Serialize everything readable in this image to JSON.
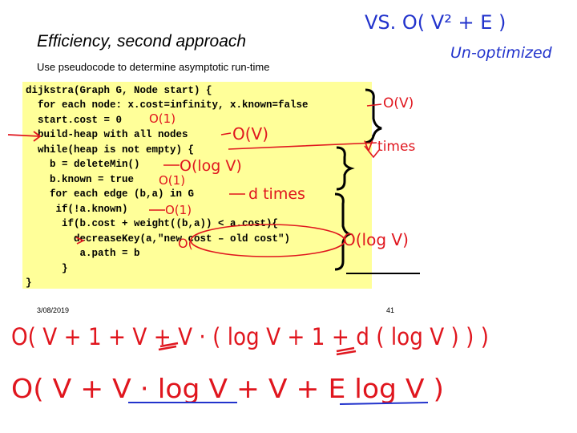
{
  "slide": {
    "title": "Efficiency, second approach",
    "subtitle": "Use pseudocode to determine asymptotic run-time",
    "date": "3/08/2019",
    "page_number": "41"
  },
  "code_lines": [
    "dijkstra(Graph G, Node start) {",
    "  for each node: x.cost=infinity, x.known=false",
    "  start.cost = 0",
    "  build-heap with all nodes",
    "  while(heap is not empty) {",
    "    b = deleteMin()",
    "    b.known = true",
    "    for each edge (b,a) in G",
    "     if(!a.known)",
    "      if(b.cost + weight((b,a)) < a.cost){",
    "        decreaseKey(a,\"new cost – old cost\")",
    "         a.path = b",
    "      }",
    "}"
  ],
  "annotations": {
    "vs_line": "VS.  O( V² + E )",
    "unoptimized": "Un-optimized",
    "for_each_node": "O(V)",
    "start_cost": "O(1)",
    "build_heap": "O(V)",
    "while_loop": "V times",
    "delete_min": "O(log V)",
    "known_true": "O(1)",
    "for_each_edge": "d times",
    "if_known": "O(1)",
    "decrease_key": "O(log V)",
    "decrease_key_mark": "O(",
    "sum_line_1": "O( V + 1 + V + V · ( log V + 1 + d ( log V ) ) )",
    "sum_line_2": "O( V + V · log V + V + E log V )"
  },
  "colors": {
    "ink": "#e0161e",
    "ink_blue": "#2233cc",
    "code_bg": "#ffff99"
  }
}
